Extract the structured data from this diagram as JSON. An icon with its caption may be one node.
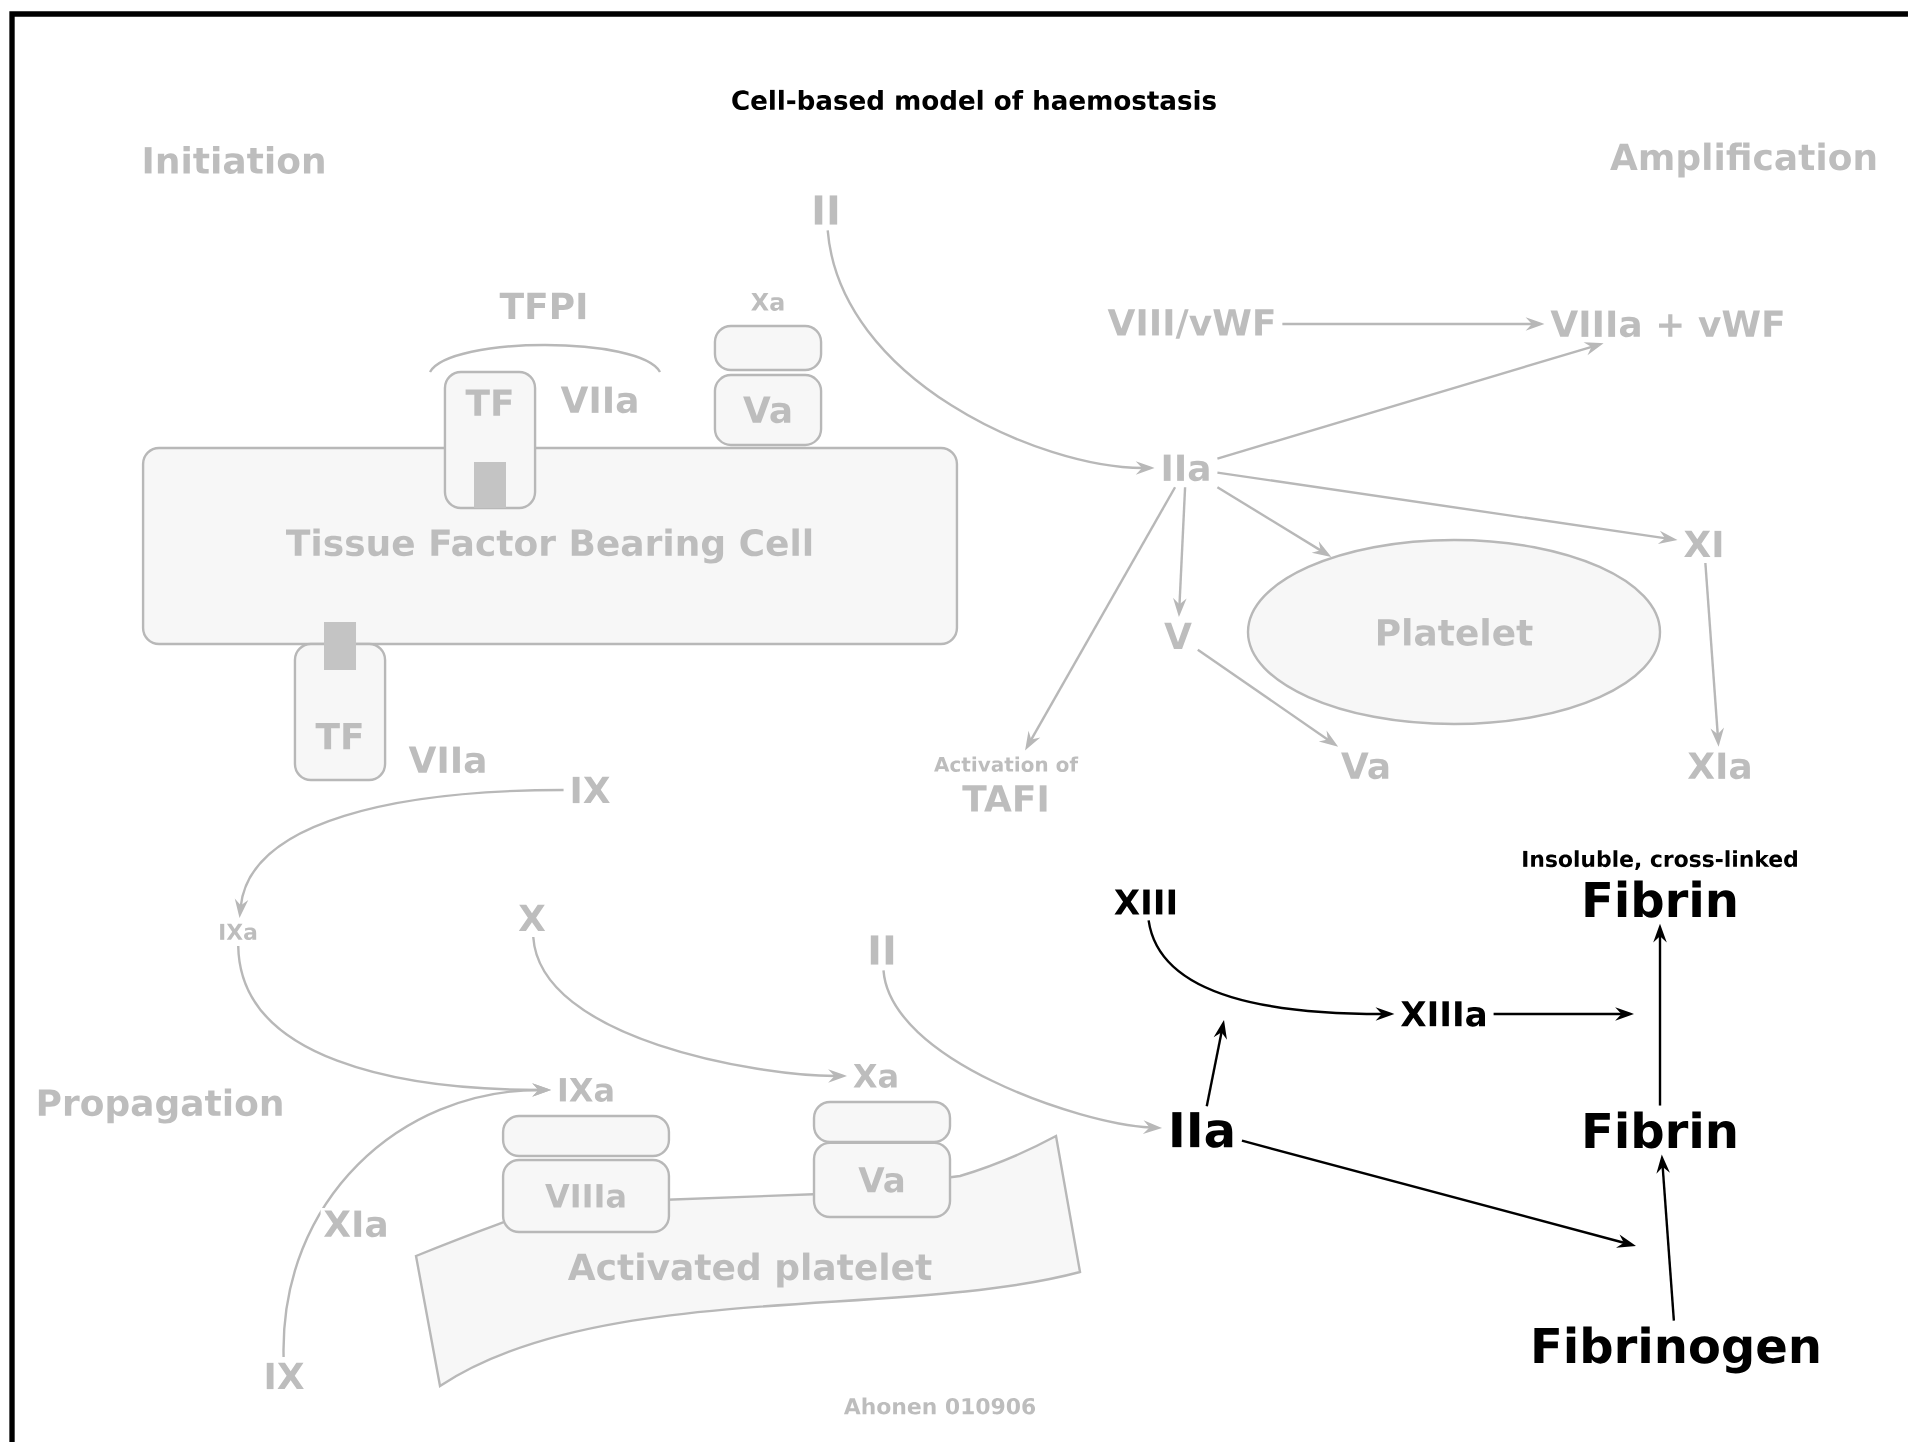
{
  "diagram": {
    "title": "Cell-based model of haemostasis",
    "nodes": [
      {
        "text": [
          "Tissue Factor Bearing Cell"
        ]
      },
      {
        "text": [
          "TF"
        ],
        "beside": [
          "VIIa"
        ]
      },
      {
        "text": [
          "Xa"
        ]
      },
      {
        "text": [
          "Va"
        ]
      },
      {
        "text": [
          "TF"
        ],
        "beside": [
          "VIIa"
        ]
      },
      {
        "text": [
          "II"
        ]
      },
      {
        "text": [
          "IIa"
        ]
      },
      {
        "text": [
          "VIII/vWF"
        ]
      },
      {
        "text": [
          "VIIIa + vWF"
        ]
      },
      {
        "text": [
          "XI"
        ]
      },
      {
        "text": [
          "V"
        ]
      },
      {
        "text": [
          "Platelet"
        ]
      },
      {
        "text": [
          "Activation of",
          "TAFI"
        ]
      },
      {
        "text": [
          "Va"
        ]
      },
      {
        "text": [
          "XIa"
        ]
      },
      {
        "text": [
          "IX"
        ]
      },
      {
        "text": [
          "IXa"
        ]
      },
      {
        "text": [
          "X"
        ]
      },
      {
        "text": [
          "II"
        ]
      },
      {
        "text": [
          "IXa"
        ]
      },
      {
        "text": [],
        "shape": "box"
      },
      {
        "text": [
          "VIIIa"
        ]
      },
      {
        "text": [
          "Xa"
        ]
      },
      {
        "text": [],
        "shape": "box"
      },
      {
        "text": [
          "Va"
        ]
      },
      {
        "text": [
          "Activated platelet"
        ]
      },
      {
        "text": [
          "IX"
        ]
      },
      {
        "text": [
          "XIII"
        ]
      },
      {
        "text": [
          "XIIIa"
        ]
      },
      {
        "text": [
          "Insoluble, cross-linked",
          "Fibrin"
        ]
      },
      {
        "text": [
          "IIa"
        ]
      },
      {
        "text": [
          "Fibrin"
        ]
      },
      {
        "text": [
          "Fibrinogen"
        ]
      }
    ],
    "edges": [
      {
        "from": 5,
        "to": 6,
        "arrow": "to"
      },
      {
        "from": 7,
        "to": 8,
        "arrow": "to"
      },
      {
        "from": 6,
        "to": 8,
        "arrow": "to"
      },
      {
        "from": 6,
        "to": 9,
        "arrow": "to"
      },
      {
        "from": 6,
        "to": 10,
        "arrow": "to"
      },
      {
        "from": 6,
        "to": 11,
        "arrow": "to"
      },
      {
        "from": 6,
        "to": 12,
        "arrow": "to"
      },
      {
        "from": 10,
        "to": 13,
        "arrow": "to"
      },
      {
        "from": 9,
        "to": 14,
        "arrow": "to"
      },
      {
        "from": 15,
        "to": 16,
        "arrow": "to"
      },
      {
        "from": 16,
        "to": 19,
        "arrow": "to"
      },
      {
        "from": 17,
        "to": 22,
        "arrow": "to"
      },
      {
        "from": 18,
        "to": 30,
        "arrow": "to"
      },
      {
        "from": 26,
        "to": 19,
        "arrow": "to",
        "label": "XIa"
      },
      {
        "from": 27,
        "to": 28,
        "arrow": "to",
        "color": "#000000"
      },
      {
        "from": 30,
        "to": null,
        "arrow": "to",
        "color": "#000000"
      },
      {
        "from": 28,
        "to": null,
        "arrow": "to",
        "color": "#000000"
      },
      {
        "from": 31,
        "to": 29,
        "arrow": "to",
        "color": "#000000"
      },
      {
        "from": 30,
        "to": null,
        "arrow": "to",
        "color": "#000000"
      },
      {
        "from": 32,
        "to": 31,
        "arrow": "to",
        "color": "#000000"
      }
    ],
    "labels": [
      "Initiation",
      "Amplification",
      "TFPI",
      "Propagation",
      "Ahonen 010906"
    ]
  }
}
